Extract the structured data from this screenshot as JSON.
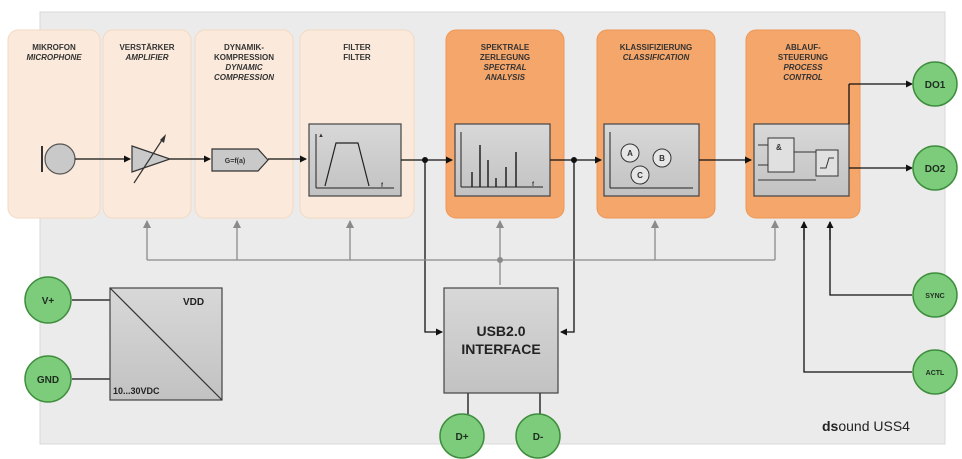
{
  "stages": [
    {
      "line1": "MIKROFON",
      "line2": "MICROPHONE",
      "line3": "",
      "line4": "",
      "line5": ""
    },
    {
      "line1": "VERSTÄRKER",
      "line2": "AMPLIFIER",
      "line3": "",
      "line4": "",
      "line5": ""
    },
    {
      "line1": "DYNAMIK-",
      "line2": "KOMPRESSION",
      "line3": "DYNAMIC",
      "line4": "COMPRESSION",
      "line5": ""
    },
    {
      "line1": "FILTER",
      "line2": "FILTER",
      "line3": "",
      "line4": "",
      "line5": ""
    },
    {
      "line1": "SPEKTRALE",
      "line2": "ZERLEGUNG",
      "line3": "SPECTRAL",
      "line4": "ANALYSIS",
      "line5": ""
    },
    {
      "line1": "KLASSIFIZIERUNG",
      "line2": "CLASSIFICATION",
      "line3": "",
      "line4": "",
      "line5": ""
    },
    {
      "line1": "ABLAUF-",
      "line2": "STEUERUNG",
      "line3": "PROCESS",
      "line4": "CONTROL",
      "line5": ""
    }
  ],
  "compression_formula": "G=f(a)",
  "class_labels": [
    "A",
    "B",
    "C"
  ],
  "logic_symbol": "&",
  "power": {
    "vdd": "VDD",
    "range": "10...30VDC"
  },
  "usb": {
    "line1": "USB2.0",
    "line2": "INTERFACE"
  },
  "pins": {
    "vplus": "V+",
    "gnd": "GND",
    "dplus": "D+",
    "dminus": "D-",
    "do1": "DO1",
    "do2": "DO2",
    "sync": "SYNC",
    "actl": "ACTL"
  },
  "brand": {
    "bold": "ds",
    "rest": "ound",
    "model": "USS4"
  },
  "colors": {
    "board": "#ebebeb",
    "stage_light": "#fbeadb",
    "stage_orange": "#f5a66a",
    "inner_box": "#cfcfcf",
    "pin_fill": "#7ccc7c",
    "pin_stroke": "#3e8e3e"
  }
}
